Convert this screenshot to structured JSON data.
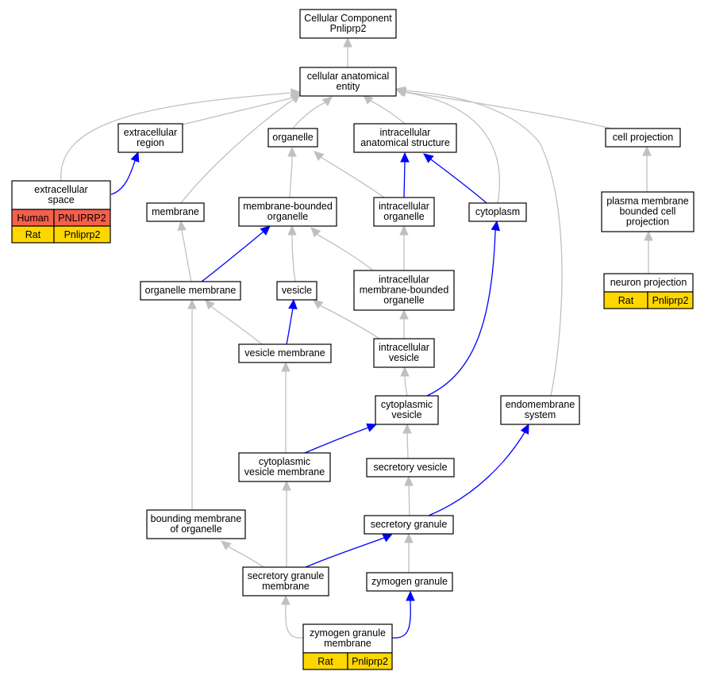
{
  "colors": {
    "is_a_edge": "#c0c0c0",
    "part_of_edge": "#0000ff",
    "human_cell": "#f4604b",
    "rat_cell": "#ffd700"
  },
  "nodes": {
    "root": [
      "Cellular Component",
      "Pnliprp2"
    ],
    "cae": [
      "cellular anatomical",
      "entity"
    ],
    "extracellular_region": [
      "extracellular",
      "region"
    ],
    "organelle": [
      "organelle"
    ],
    "intracellular_anatomical_structure": [
      "intracellular",
      "anatomical structure"
    ],
    "cell_projection": [
      "cell projection"
    ],
    "extracellular_space": [
      "extracellular",
      "space"
    ],
    "membrane": [
      "membrane"
    ],
    "membrane_bounded_organelle": [
      "membrane-bounded",
      "organelle"
    ],
    "intracellular_organelle": [
      "intracellular",
      "organelle"
    ],
    "cytoplasm": [
      "cytoplasm"
    ],
    "plasma_membrane_bounded_cell_projection": [
      "plasma membrane",
      "bounded cell",
      "projection"
    ],
    "organelle_membrane": [
      "organelle membrane"
    ],
    "vesicle": [
      "vesicle"
    ],
    "intracellular_mb_organelle": [
      "intracellular",
      "membrane-bounded",
      "organelle"
    ],
    "neuron_projection": [
      "neuron projection"
    ],
    "vesicle_membrane": [
      "vesicle membrane"
    ],
    "intracellular_vesicle": [
      "intracellular",
      "vesicle"
    ],
    "cytoplasmic_vesicle": [
      "cytoplasmic",
      "vesicle"
    ],
    "endomembrane_system": [
      "endomembrane",
      "system"
    ],
    "cytoplasmic_vesicle_membrane": [
      "cytoplasmic",
      "vesicle membrane"
    ],
    "secretory_vesicle": [
      "secretory vesicle"
    ],
    "bounding_membrane_of_organelle": [
      "bounding membrane",
      "of organelle"
    ],
    "secretory_granule": [
      "secretory granule"
    ],
    "secretory_granule_membrane": [
      "secretory granule",
      "membrane"
    ],
    "zymogen_granule": [
      "zymogen granule"
    ],
    "zymogen_granule_membrane": [
      "zymogen granule",
      "membrane"
    ]
  },
  "annotations": {
    "extracellular_space": [
      {
        "species": "Human",
        "gene": "PNLIPRP2"
      },
      {
        "species": "Rat",
        "gene": "Pnliprp2"
      }
    ],
    "neuron_projection": [
      {
        "species": "Rat",
        "gene": "Pnliprp2"
      }
    ],
    "zymogen_granule_membrane": [
      {
        "species": "Rat",
        "gene": "Pnliprp2"
      }
    ]
  },
  "edges": [
    {
      "from": "cae",
      "to": "root",
      "relation": "is_a"
    },
    {
      "from": "extracellular_region",
      "to": "cae",
      "relation": "is_a"
    },
    {
      "from": "organelle",
      "to": "cae",
      "relation": "is_a"
    },
    {
      "from": "intracellular_anatomical_structure",
      "to": "cae",
      "relation": "is_a"
    },
    {
      "from": "cell_projection",
      "to": "cae",
      "relation": "is_a"
    },
    {
      "from": "extracellular_space",
      "to": "cae",
      "relation": "is_a"
    },
    {
      "from": "extracellular_space",
      "to": "extracellular_region",
      "relation": "part_of"
    },
    {
      "from": "membrane",
      "to": "cae",
      "relation": "is_a"
    },
    {
      "from": "cytoplasm",
      "to": "cae",
      "relation": "is_a"
    },
    {
      "from": "endomembrane_system",
      "to": "cae",
      "relation": "is_a"
    },
    {
      "from": "membrane_bounded_organelle",
      "to": "organelle",
      "relation": "is_a"
    },
    {
      "from": "intracellular_organelle",
      "to": "organelle",
      "relation": "is_a"
    },
    {
      "from": "intracellular_organelle",
      "to": "intracellular_anatomical_structure",
      "relation": "part_of"
    },
    {
      "from": "cytoplasm",
      "to": "intracellular_anatomical_structure",
      "relation": "part_of"
    },
    {
      "from": "plasma_membrane_bounded_cell_projection",
      "to": "cell_projection",
      "relation": "is_a"
    },
    {
      "from": "neuron_projection",
      "to": "plasma_membrane_bounded_cell_projection",
      "relation": "is_a"
    },
    {
      "from": "organelle_membrane",
      "to": "membrane",
      "relation": "is_a"
    },
    {
      "from": "organelle_membrane",
      "to": "membrane_bounded_organelle",
      "relation": "part_of"
    },
    {
      "from": "vesicle",
      "to": "membrane_bounded_organelle",
      "relation": "is_a"
    },
    {
      "from": "intracellular_mb_organelle",
      "to": "membrane_bounded_organelle",
      "relation": "is_a"
    },
    {
      "from": "intracellular_mb_organelle",
      "to": "intracellular_organelle",
      "relation": "is_a"
    },
    {
      "from": "vesicle_membrane",
      "to": "organelle_membrane",
      "relation": "is_a"
    },
    {
      "from": "vesicle_membrane",
      "to": "vesicle",
      "relation": "part_of"
    },
    {
      "from": "intracellular_vesicle",
      "to": "vesicle",
      "relation": "is_a"
    },
    {
      "from": "intracellular_vesicle",
      "to": "intracellular_mb_organelle",
      "relation": "is_a"
    },
    {
      "from": "cytoplasmic_vesicle",
      "to": "intracellular_vesicle",
      "relation": "is_a"
    },
    {
      "from": "cytoplasmic_vesicle",
      "to": "cytoplasm",
      "relation": "part_of"
    },
    {
      "from": "cytoplasmic_vesicle_membrane",
      "to": "vesicle_membrane",
      "relation": "is_a"
    },
    {
      "from": "cytoplasmic_vesicle_membrane",
      "to": "cytoplasmic_vesicle",
      "relation": "part_of"
    },
    {
      "from": "secretory_vesicle",
      "to": "cytoplasmic_vesicle",
      "relation": "is_a"
    },
    {
      "from": "bounding_membrane_of_organelle",
      "to": "organelle_membrane",
      "relation": "is_a"
    },
    {
      "from": "secretory_granule",
      "to": "secretory_vesicle",
      "relation": "is_a"
    },
    {
      "from": "secretory_granule",
      "to": "endomembrane_system",
      "relation": "part_of"
    },
    {
      "from": "secretory_granule_membrane",
      "to": "bounding_membrane_of_organelle",
      "relation": "is_a"
    },
    {
      "from": "secretory_granule_membrane",
      "to": "cytoplasmic_vesicle_membrane",
      "relation": "is_a"
    },
    {
      "from": "secretory_granule_membrane",
      "to": "secretory_granule",
      "relation": "part_of"
    },
    {
      "from": "zymogen_granule",
      "to": "secretory_granule",
      "relation": "is_a"
    },
    {
      "from": "zymogen_granule_membrane",
      "to": "secretory_granule_membrane",
      "relation": "is_a"
    },
    {
      "from": "zymogen_granule_membrane",
      "to": "zymogen_granule",
      "relation": "part_of"
    }
  ]
}
